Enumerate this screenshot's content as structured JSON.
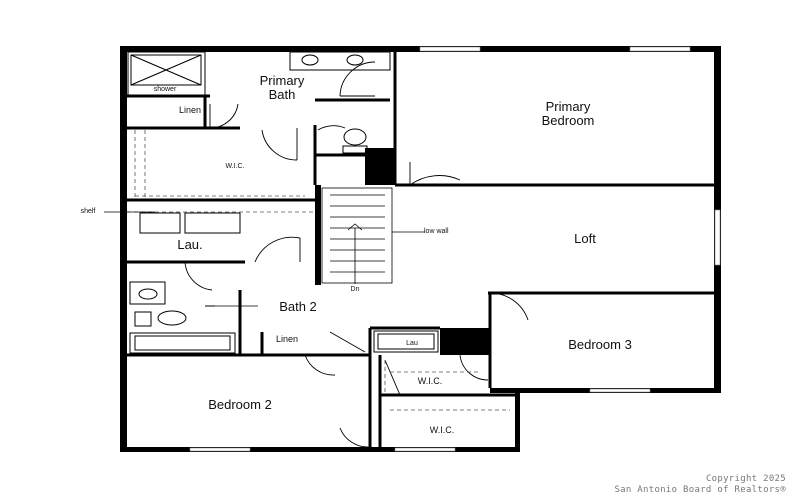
{
  "rooms": {
    "primary_bath_line1": "Primary",
    "primary_bath_line2": "Bath",
    "primary_bedroom_line1": "Primary",
    "primary_bedroom_line2": "Bedroom",
    "shower": "shower",
    "linen_top": "Linen",
    "wic_top": "W.I.C.",
    "lau_left": "Lau.",
    "shelf": "shelf",
    "low_wall": "low wall",
    "dn": "Dn",
    "loft": "Loft",
    "bath2": "Bath 2",
    "linen_mid": "Linen",
    "lau_small": "Lau",
    "bedroom3": "Bedroom 3",
    "wic_mid": "W.I.C.",
    "bedroom2": "Bedroom 2",
    "wic_bottom": "W.I.C."
  },
  "copyright": {
    "line1": "Copyright 2025",
    "line2": "San Antonio Board of Realtors®"
  }
}
